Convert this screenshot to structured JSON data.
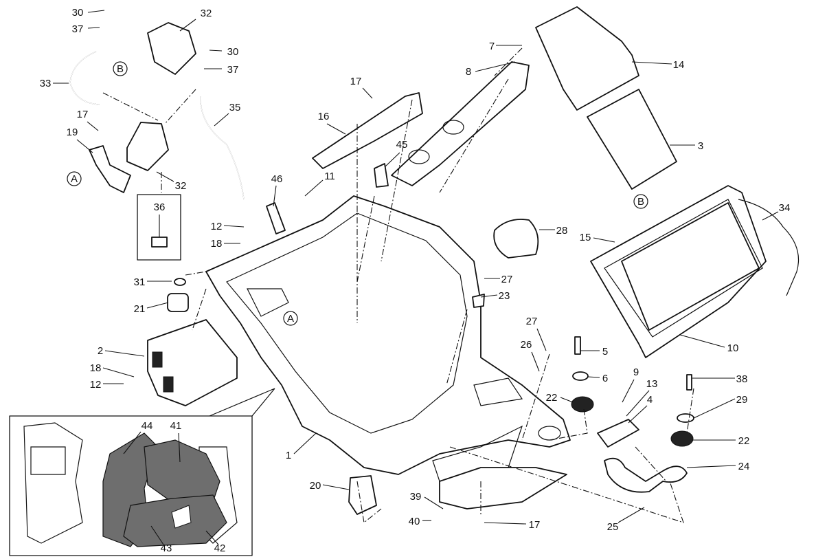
{
  "diagram": {
    "type": "exploded parts diagram",
    "callouts": [
      "30",
      "37",
      "32",
      "30",
      "37",
      "33",
      "B",
      "35",
      "17",
      "19",
      "A",
      "32",
      "36",
      "12",
      "18",
      "46",
      "11",
      "16",
      "17",
      "45",
      "7",
      "8",
      "14",
      "3",
      "B",
      "34",
      "15",
      "28",
      "27",
      "23",
      "31",
      "21",
      "A",
      "2",
      "18",
      "12",
      "27",
      "26",
      "5",
      "6",
      "10",
      "9",
      "13",
      "4",
      "38",
      "29",
      "22",
      "22",
      "24",
      "1",
      "20",
      "39",
      "40",
      "17",
      "25",
      "44",
      "41",
      "43",
      "42"
    ],
    "reference_markers": [
      "A",
      "B"
    ],
    "colors": {
      "line": "#111111",
      "inset_part_fill": "#6e6e6e",
      "background": "#ffffff"
    }
  }
}
